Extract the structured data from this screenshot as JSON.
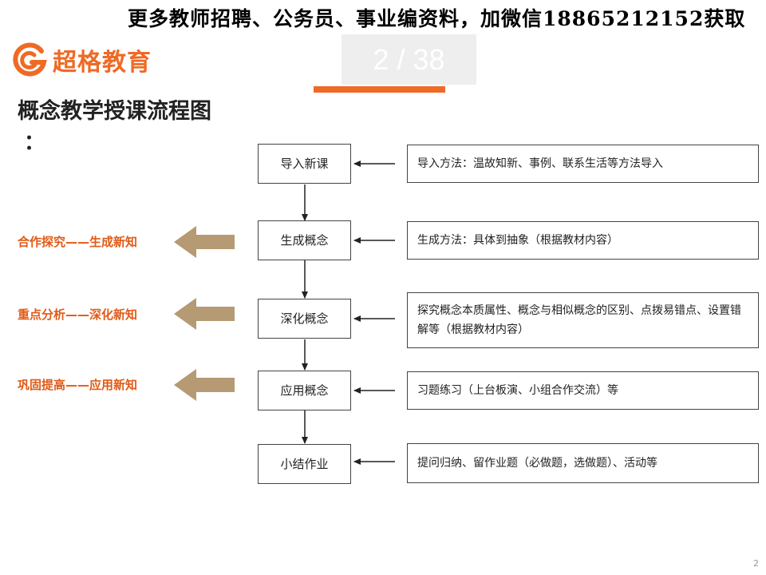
{
  "banner": "更多教师招聘、公务员、事业编资料，加微信18865212152获取",
  "logo": {
    "text": "超格教育"
  },
  "page_counter": "2 / 38",
  "title": "概念教学授课流程图",
  "title_colon": "：",
  "side_labels": [
    "合作探究——生成新知",
    "重点分析——深化新知",
    "巩固提高——应用新知"
  ],
  "steps": [
    "导入新课",
    "生成概念",
    "深化概念",
    "应用概念",
    "小结作业"
  ],
  "descriptions": [
    "导入方法：温故知新、事例、联系生活等方法导入",
    "生成方法：具体到抽象（根据教材内容）",
    "探究概念本质属性、概念与相似概念的区别、点拨易错点、设置错解等（根据教材内容）",
    "习题练习（上台板演、小组合作交流）等",
    "提问归纳、留作业题（必做题，选做题）、活动等"
  ],
  "page_number": "2",
  "colors": {
    "brand_orange": "#ee6a25",
    "side_arrow": "#b59a73",
    "label_orange": "#e05a17"
  }
}
